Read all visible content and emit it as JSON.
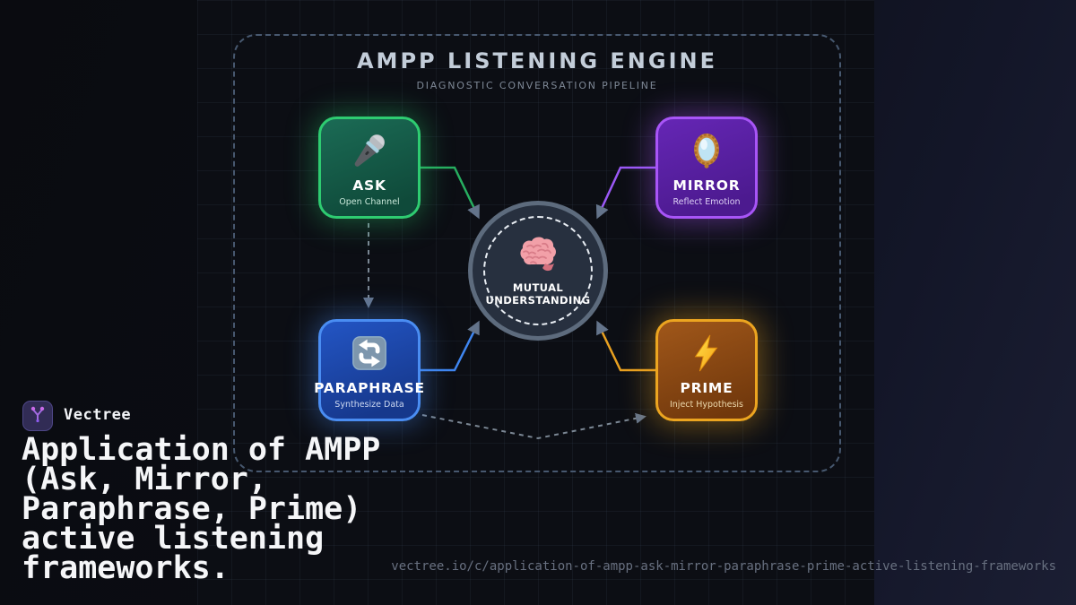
{
  "brand": {
    "name": "Vectree",
    "logo_icon": "vectree-branch-icon"
  },
  "headline": "Application of AMPP (Ask, Mirror, Paraphrase, Prime) active listening frameworks.",
  "url": "vectree.io/c/application-of-ampp-ask-mirror-paraphrase-prime-active-listening-frameworks",
  "diagram": {
    "title": "AMPP LISTENING ENGINE",
    "subtitle": "DIAGNOSTIC CONVERSATION PIPELINE",
    "hub": {
      "icon": "brain-icon",
      "label_line1": "MUTUAL",
      "label_line2": "UNDERSTANDING"
    },
    "nodes": [
      {
        "id": "ask",
        "label": "ASK",
        "sublabel": "Open Channel",
        "icon": "microphone-icon",
        "accent": "#2ecc71"
      },
      {
        "id": "mirror",
        "label": "MIRROR",
        "sublabel": "Reflect Emotion",
        "icon": "mirror-icon",
        "accent": "#a855f7"
      },
      {
        "id": "paraphrase",
        "label": "PARAPHRASE",
        "sublabel": "Synthesize Data",
        "icon": "repeat-icon",
        "accent": "#4a8df2"
      },
      {
        "id": "prime",
        "label": "PRIME",
        "sublabel": "Inject Hypothesis",
        "icon": "lightning-icon",
        "accent": "#eca520"
      }
    ],
    "connector_colors": {
      "ask_to_hub": "#27ae60",
      "mirror_to_hub": "#9b59f6",
      "paraphrase_to_hub": "#3f86f0",
      "prime_to_hub": "#e8a020",
      "dashed_flow": "#7b8794",
      "arrowhead": "#64748b"
    }
  }
}
